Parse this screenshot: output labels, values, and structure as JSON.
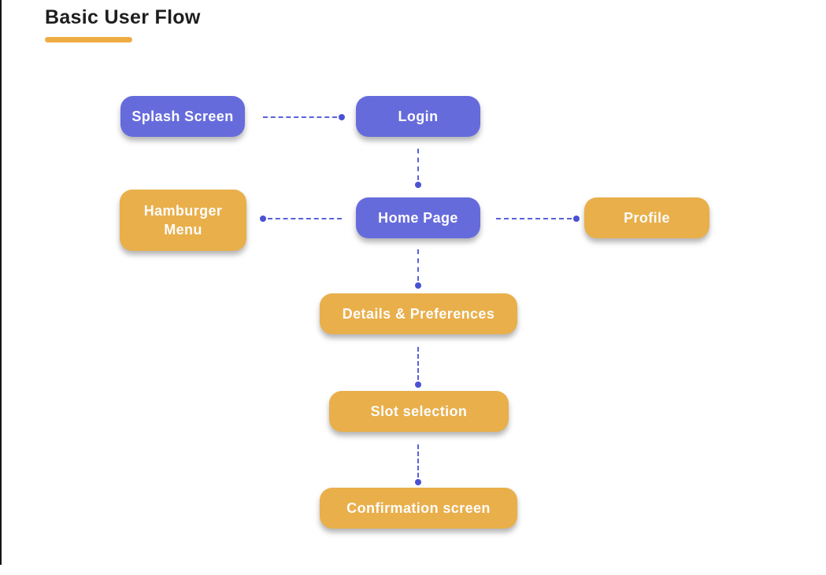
{
  "title": "Basic User Flow",
  "colors": {
    "node_purple": "#666bdc",
    "node_orange": "#e9af4a",
    "connector": "#5a61d8",
    "connector_dot": "#4a52d4",
    "title_text": "#1e1e1e",
    "title_underline": "#eead43",
    "node_text": "#fcfcfc",
    "background": "#ffffff"
  },
  "nodes": [
    {
      "id": "splash",
      "label": "Splash Screen",
      "color": "purple"
    },
    {
      "id": "login",
      "label": "Login",
      "color": "purple"
    },
    {
      "id": "hamburger",
      "label": "Hamburger Menu",
      "color": "orange"
    },
    {
      "id": "home",
      "label": "Home Page",
      "color": "purple"
    },
    {
      "id": "profile",
      "label": "Profile",
      "color": "orange"
    },
    {
      "id": "details",
      "label": "Details & Preferences",
      "color": "orange"
    },
    {
      "id": "slot",
      "label": "Slot selection",
      "color": "orange"
    },
    {
      "id": "confirmation",
      "label": "Confirmation screen",
      "color": "orange"
    }
  ],
  "edges": [
    {
      "from": "splash",
      "to": "login",
      "style": "dashed",
      "dot_at": "login"
    },
    {
      "from": "login",
      "to": "home",
      "style": "dashed",
      "dot_at": "home"
    },
    {
      "from": "home",
      "to": "hamburger",
      "style": "dashed",
      "dot_at": "hamburger"
    },
    {
      "from": "home",
      "to": "profile",
      "style": "dashed",
      "dot_at": "profile"
    },
    {
      "from": "home",
      "to": "details",
      "style": "dashed",
      "dot_at": "details"
    },
    {
      "from": "details",
      "to": "slot",
      "style": "dashed",
      "dot_at": "slot"
    },
    {
      "from": "slot",
      "to": "confirmation",
      "style": "dashed",
      "dot_at": "confirmation"
    }
  ]
}
